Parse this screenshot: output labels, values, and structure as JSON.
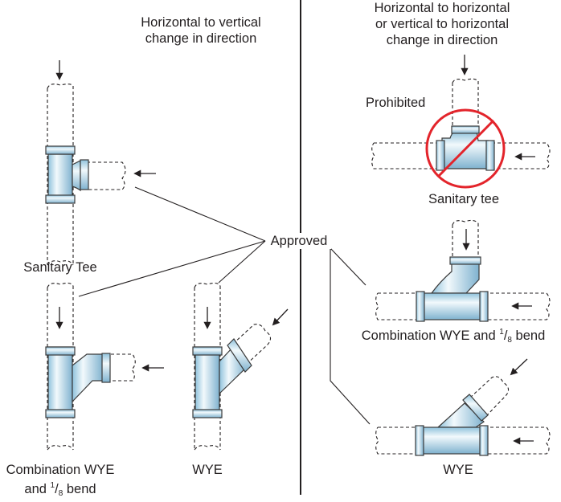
{
  "left_panel": {
    "heading_line1": "Horizontal to vertical",
    "heading_line2": "change in direction",
    "fittings": [
      {
        "name": "Sanitary Tee",
        "label": "Sanitary Tee",
        "status": "approved"
      },
      {
        "name": "Combination WYE and 1/8 bend",
        "label_line1": "Combination WYE",
        "label_line2_pre": "and ",
        "fraction_num": "1",
        "fraction_den": "8",
        "label_line2_post": " bend",
        "status": "approved"
      },
      {
        "name": "WYE",
        "label": "WYE",
        "status": "approved"
      }
    ]
  },
  "right_panel": {
    "heading_line1": "Horizontal to horizontal",
    "heading_line2": "or vertical to horizontal",
    "heading_line3": "change in direction",
    "fittings": [
      {
        "name": "Sanitary tee",
        "label": "Sanitary tee",
        "status": "prohibited",
        "status_label": "Prohibited"
      },
      {
        "name": "Combination WYE and 1/8 bend",
        "label_pre": "Combination WYE and ",
        "fraction_num": "1",
        "fraction_den": "8",
        "label_post": " bend",
        "status": "approved"
      },
      {
        "name": "WYE",
        "label": "WYE",
        "status": "approved"
      }
    ]
  },
  "center": {
    "approved_label": "Approved"
  },
  "colors": {
    "fitting_fill": "#a9d2e6",
    "fitting_highlight": "#eef7fb",
    "prohibited_red": "#e3242b",
    "line": "#231f20"
  }
}
